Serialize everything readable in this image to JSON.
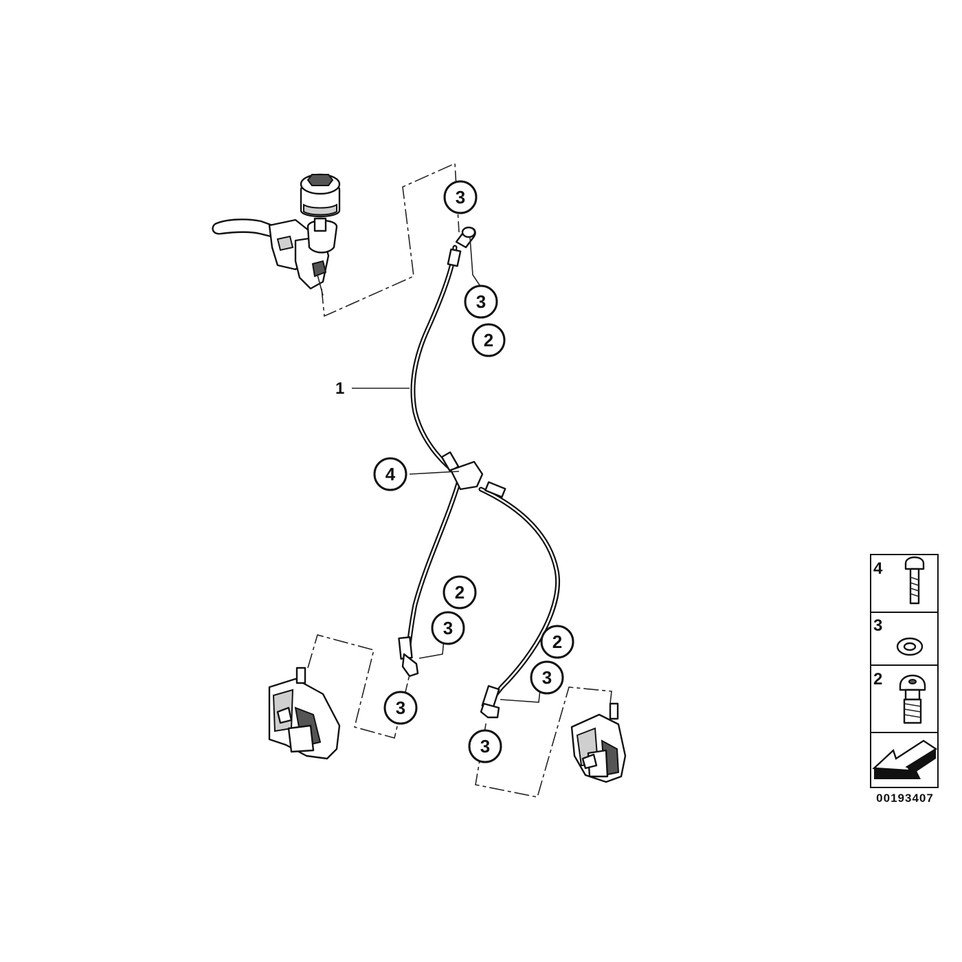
{
  "callouts": {
    "top_right": "3",
    "banjo_upper_a": "3",
    "banjo_upper_b": "2",
    "hose_label": "1",
    "bolt_label": "4",
    "left_banjo_a": "2",
    "left_banjo_b": "3",
    "left_caliper": "3",
    "right_banjo_a": "2",
    "right_banjo_b": "3",
    "right_caliper": "3"
  },
  "legend": {
    "items": [
      {
        "number": "4",
        "part": "bolt"
      },
      {
        "number": "3",
        "part": "sealing-ring"
      },
      {
        "number": "2",
        "part": "banjo-bolt"
      }
    ]
  },
  "diagram_id": "00193407"
}
